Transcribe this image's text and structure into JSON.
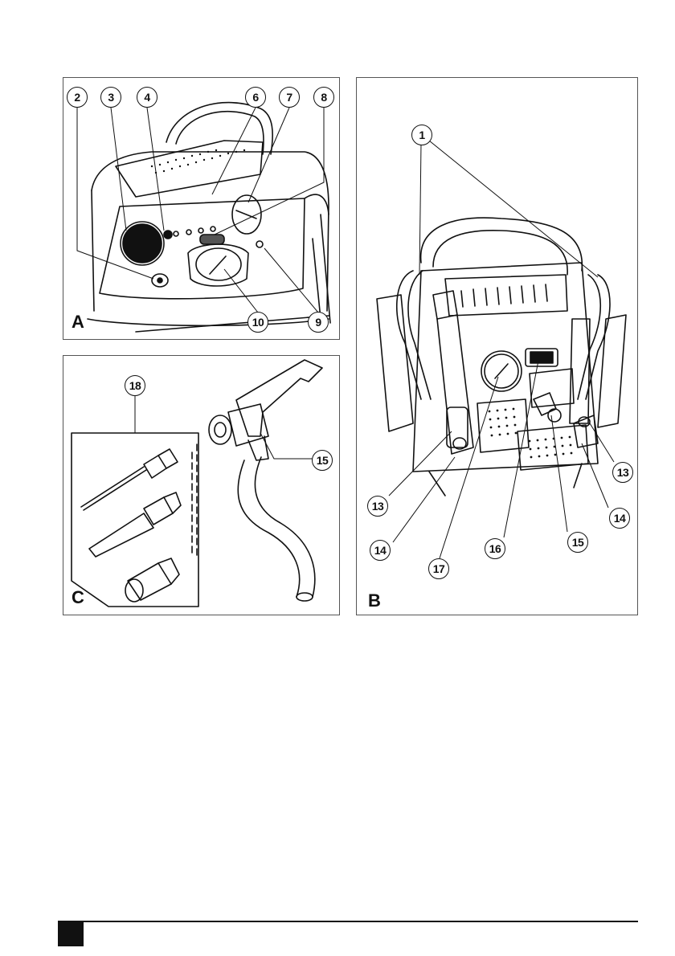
{
  "panels": {
    "a": {
      "letter": "A",
      "callouts": [
        "2",
        "3",
        "4",
        "6",
        "7",
        "8",
        "10",
        "9"
      ]
    },
    "b": {
      "letter": "B",
      "callouts": [
        "1",
        "13",
        "13",
        "14",
        "14",
        "15",
        "16",
        "17"
      ]
    },
    "c": {
      "letter": "C",
      "callouts": [
        "18",
        "15"
      ]
    }
  },
  "footer": {
    "page_marker_color": "#111111"
  }
}
